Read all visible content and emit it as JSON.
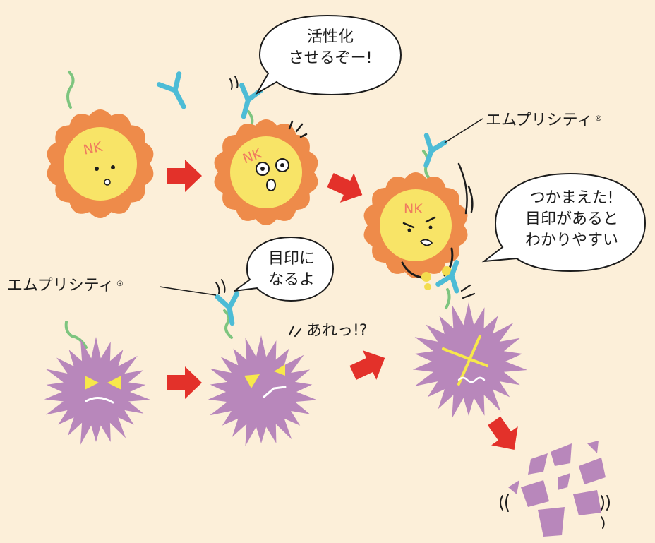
{
  "colors": {
    "background": "#fcefd9",
    "nk_outer": "#ee8b4a",
    "nk_inner": "#f8e467",
    "nk_text": "#ef7b5f",
    "cancer": "#b887bb",
    "cancer_eye": "#f7e84b",
    "antibody": "#4dbcd6",
    "tether": "#7ec57f",
    "arrow": "#e3312a",
    "outline": "#1c1c1c"
  },
  "cells": {
    "nk_label": "NK"
  },
  "labels": {
    "drug_name_top": "エムプリシティ",
    "drug_name_bottom": "エムプリシティ",
    "registered": "®",
    "surprise": "あれっ!?"
  },
  "bubbles": {
    "activate": [
      "活性化",
      "させるぞー!"
    ],
    "marker": [
      "目印に",
      "なるよ"
    ],
    "caught": [
      "つかまえた!",
      "目印があると",
      "わかりやすい"
    ]
  },
  "icons": {
    "arrow": "right-arrow-icon",
    "antibody": "antibody-icon",
    "spark": "motion-lines-icon"
  }
}
